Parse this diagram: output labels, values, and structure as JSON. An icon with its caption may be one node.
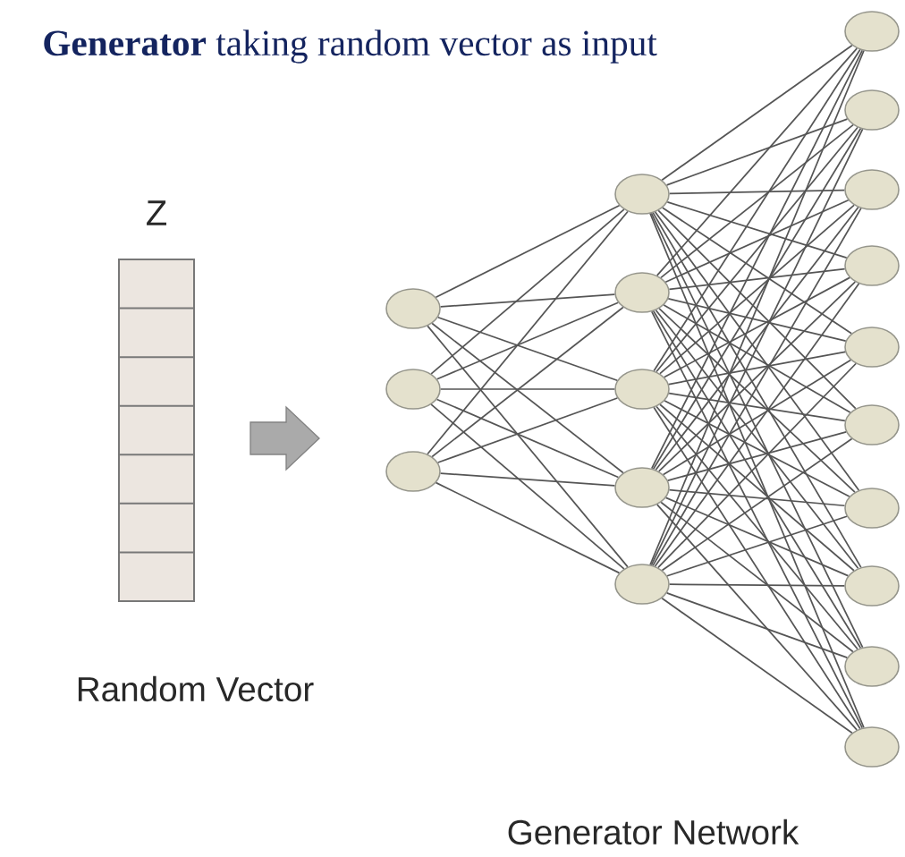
{
  "diagram": {
    "title": "**Generator** taking random vector as input",
    "nodes": [
      {
        "text": [
          "Z",
          "Random Vector"
        ]
      },
      {
        "text": [],
        "shape": "circle"
      },
      {
        "text": [],
        "shape": "circle"
      },
      {
        "text": [],
        "shape": "circle"
      },
      {
        "text": [],
        "shape": "circle"
      },
      {
        "text": [],
        "shape": "circle"
      },
      {
        "text": [],
        "shape": "circle"
      },
      {
        "text": [],
        "shape": "circle"
      },
      {
        "text": [],
        "shape": "circle"
      },
      {
        "text": [],
        "shape": "circle"
      },
      {
        "text": [],
        "shape": "circle"
      },
      {
        "text": [],
        "shape": "circle"
      },
      {
        "text": [],
        "shape": "circle"
      },
      {
        "text": [],
        "shape": "circle"
      },
      {
        "text": [],
        "shape": "circle"
      },
      {
        "text": [],
        "shape": "circle"
      },
      {
        "text": [],
        "shape": "circle"
      },
      {
        "text": [],
        "shape": "circle"
      },
      {
        "text": [],
        "shape": "circle"
      }
    ],
    "edges": [
      {
        "from": 1,
        "to": 4,
        "arrow": "none"
      },
      {
        "from": 1,
        "to": 5,
        "arrow": "none"
      },
      {
        "from": 1,
        "to": 6,
        "arrow": "none"
      },
      {
        "from": 1,
        "to": 7,
        "arrow": "none"
      },
      {
        "from": 1,
        "to": 8,
        "arrow": "none"
      },
      {
        "from": 2,
        "to": 4,
        "arrow": "none"
      },
      {
        "from": 2,
        "to": 5,
        "arrow": "none"
      },
      {
        "from": 2,
        "to": 6,
        "arrow": "none"
      },
      {
        "from": 2,
        "to": 7,
        "arrow": "none"
      },
      {
        "from": 2,
        "to": 8,
        "arrow": "none"
      },
      {
        "from": 3,
        "to": 4,
        "arrow": "none"
      },
      {
        "from": 3,
        "to": 5,
        "arrow": "none"
      },
      {
        "from": 3,
        "to": 6,
        "arrow": "none"
      },
      {
        "from": 3,
        "to": 7,
        "arrow": "none"
      },
      {
        "from": 3,
        "to": 8,
        "arrow": "none"
      },
      {
        "from": 4,
        "to": 9,
        "arrow": "none"
      },
      {
        "from": 4,
        "to": 10,
        "arrow": "none"
      },
      {
        "from": 4,
        "to": 11,
        "arrow": "none"
      },
      {
        "from": 4,
        "to": 12,
        "arrow": "none"
      },
      {
        "from": 4,
        "to": 13,
        "arrow": "none"
      },
      {
        "from": 4,
        "to": 14,
        "arrow": "none"
      },
      {
        "from": 4,
        "to": 15,
        "arrow": "none"
      },
      {
        "from": 4,
        "to": 16,
        "arrow": "none"
      },
      {
        "from": 4,
        "to": 17,
        "arrow": "none"
      },
      {
        "from": 4,
        "to": 18,
        "arrow": "none"
      },
      {
        "from": 5,
        "to": 9,
        "arrow": "none"
      },
      {
        "from": 5,
        "to": 10,
        "arrow": "none"
      },
      {
        "from": 5,
        "to": 11,
        "arrow": "none"
      },
      {
        "from": 5,
        "to": 12,
        "arrow": "none"
      },
      {
        "from": 5,
        "to": 13,
        "arrow": "none"
      },
      {
        "from": 5,
        "to": 14,
        "arrow": "none"
      },
      {
        "from": 5,
        "to": 15,
        "arrow": "none"
      },
      {
        "from": 5,
        "to": 16,
        "arrow": "none"
      },
      {
        "from": 5,
        "to": 17,
        "arrow": "none"
      },
      {
        "from": 5,
        "to": 18,
        "arrow": "none"
      },
      {
        "from": 6,
        "to": 9,
        "arrow": "none"
      },
      {
        "from": 6,
        "to": 10,
        "arrow": "none"
      },
      {
        "from": 6,
        "to": 11,
        "arrow": "none"
      },
      {
        "from": 6,
        "to": 12,
        "arrow": "none"
      },
      {
        "from": 6,
        "to": 13,
        "arrow": "none"
      },
      {
        "from": 6,
        "to": 14,
        "arrow": "none"
      },
      {
        "from": 6,
        "to": 15,
        "arrow": "none"
      },
      {
        "from": 6,
        "to": 16,
        "arrow": "none"
      },
      {
        "from": 6,
        "to": 17,
        "arrow": "none"
      },
      {
        "from": 6,
        "to": 18,
        "arrow": "none"
      },
      {
        "from": 7,
        "to": 9,
        "arrow": "none"
      },
      {
        "from": 7,
        "to": 10,
        "arrow": "none"
      },
      {
        "from": 7,
        "to": 11,
        "arrow": "none"
      },
      {
        "from": 7,
        "to": 12,
        "arrow": "none"
      },
      {
        "from": 7,
        "to": 13,
        "arrow": "none"
      },
      {
        "from": 7,
        "to": 14,
        "arrow": "none"
      },
      {
        "from": 7,
        "to": 15,
        "arrow": "none"
      },
      {
        "from": 7,
        "to": 16,
        "arrow": "none"
      },
      {
        "from": 7,
        "to": 17,
        "arrow": "none"
      },
      {
        "from": 7,
        "to": 18,
        "arrow": "none"
      },
      {
        "from": 8,
        "to": 9,
        "arrow": "none"
      },
      {
        "from": 8,
        "to": 10,
        "arrow": "none"
      },
      {
        "from": 8,
        "to": 11,
        "arrow": "none"
      },
      {
        "from": 8,
        "to": 12,
        "arrow": "none"
      },
      {
        "from": 8,
        "to": 13,
        "arrow": "none"
      },
      {
        "from": 8,
        "to": 14,
        "arrow": "none"
      },
      {
        "from": 8,
        "to": 15,
        "arrow": "none"
      },
      {
        "from": 8,
        "to": 16,
        "arrow": "none"
      },
      {
        "from": 8,
        "to": 17,
        "arrow": "none"
      },
      {
        "from": 8,
        "to": 18,
        "arrow": "none"
      }
    ],
    "labels": [
      "Generator Network"
    ]
  }
}
